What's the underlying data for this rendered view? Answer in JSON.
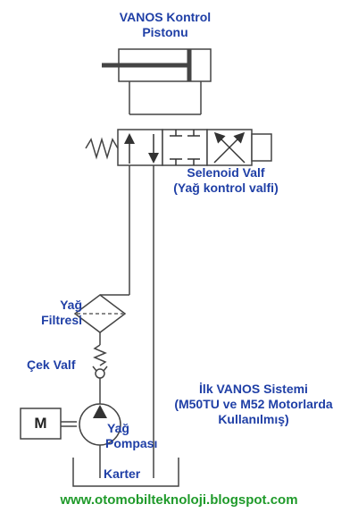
{
  "labels": {
    "piston": [
      "VANOS Kontrol",
      "Pistonu"
    ],
    "solenoid": [
      "Selenoid Valf",
      "(Yağ kontrol valfi)"
    ],
    "filter": [
      "Yağ",
      "Filtresi"
    ],
    "check_valve": "Çek Valf",
    "pump": [
      "Yağ",
      "Pompası"
    ],
    "tank": "Karter",
    "system": [
      "İlk VANOS Sistemi",
      "(M50TU ve M52 Motorlarda",
      "Kullanılmış)"
    ]
  },
  "motor": {
    "symbol": "M"
  },
  "footer": {
    "url": "www.otomobilteknoloji.blogspot.com"
  },
  "colors": {
    "label": "#1f3fa6",
    "url": "#1f9a2a",
    "line": "#444444"
  }
}
